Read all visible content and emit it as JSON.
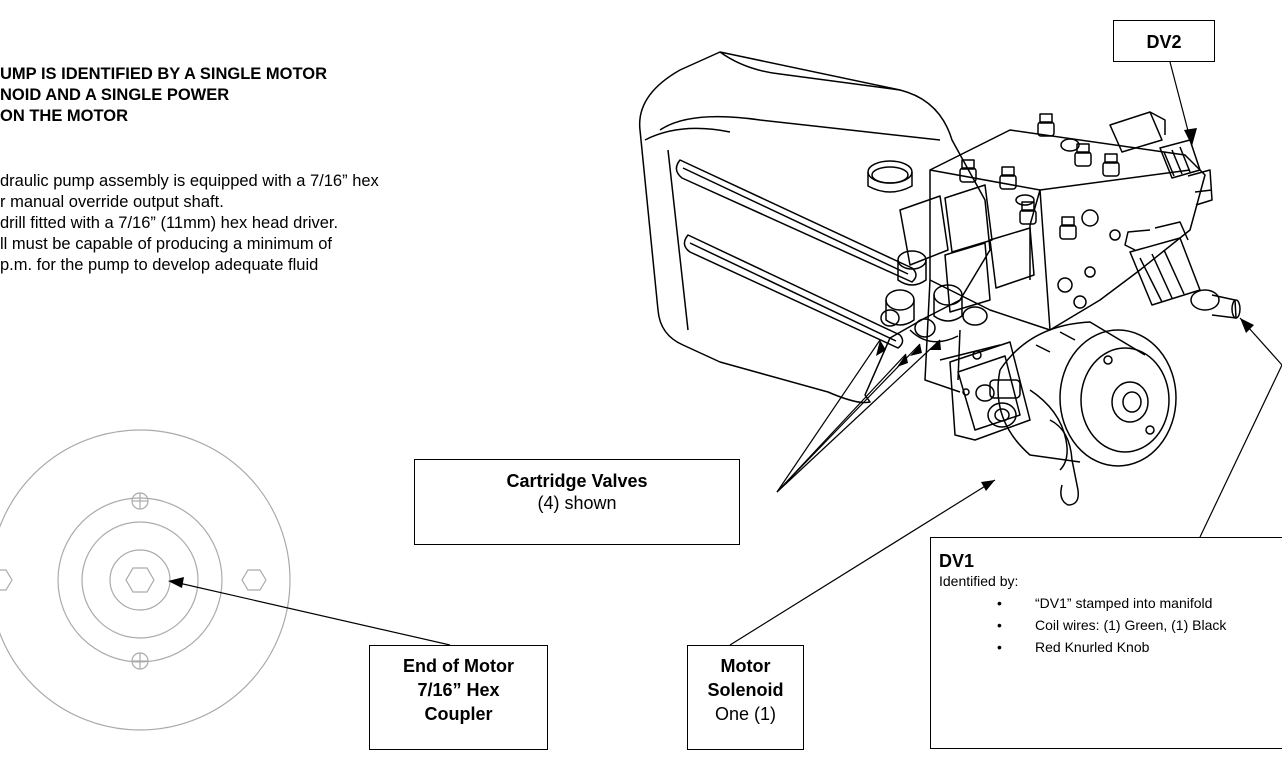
{
  "heading": {
    "lines": [
      "UMP IS IDENTIFIED BY A SINGLE MOTOR",
      "NOID AND A SINGLE POWER",
      "ON THE MOTOR"
    ]
  },
  "body": {
    "lines": [
      "draulic pump assembly is equipped with a 7/16” hex",
      "r manual override output shaft.",
      "drill fitted with a 7/16” (11mm) hex head driver.",
      "ll must be capable of producing a minimum of",
      "p.m. for the pump to develop adequate fluid"
    ]
  },
  "labels": {
    "dv2": "DV2",
    "cartridge_title": "Cartridge Valves",
    "cartridge_sub": "(4) shown",
    "end_motor_l1": "End of Motor",
    "end_motor_l2": "7/16” Hex",
    "end_motor_l3": "Coupler",
    "solenoid_l1": "Motor",
    "solenoid_l2": "Solenoid",
    "solenoid_l3": "One (1)",
    "dv1_title": "DV1",
    "dv1_sub": "Identified by:",
    "dv1_items": [
      "“DV1” stamped into manifold",
      "Coil wires: (1) Green, (1) Black",
      "Red Knurled Knob"
    ]
  }
}
